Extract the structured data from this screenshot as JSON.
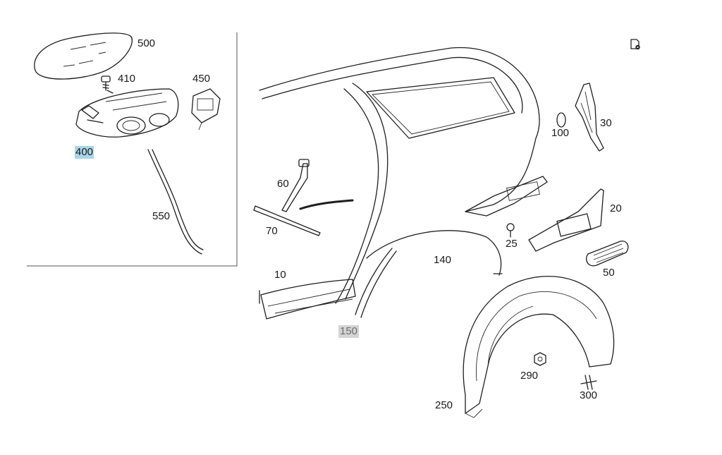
{
  "diagram": {
    "part_labels": {
      "p500": "500",
      "p410": "410",
      "p450": "450",
      "p400": "400",
      "p550": "550",
      "p60": "60",
      "p70": "70",
      "p10": "10",
      "p150": "150",
      "p140": "140",
      "p100": "100",
      "p30": "30",
      "p20": "20",
      "p25": "25",
      "p50": "50",
      "p290": "290",
      "p300": "300",
      "p250": "250"
    },
    "icons": {
      "corner": "document-settings-icon"
    },
    "colors": {
      "highlight_400": "#a9d6e8",
      "highlight_150": "#d4d4d4",
      "line": "#1e1e1e"
    }
  }
}
